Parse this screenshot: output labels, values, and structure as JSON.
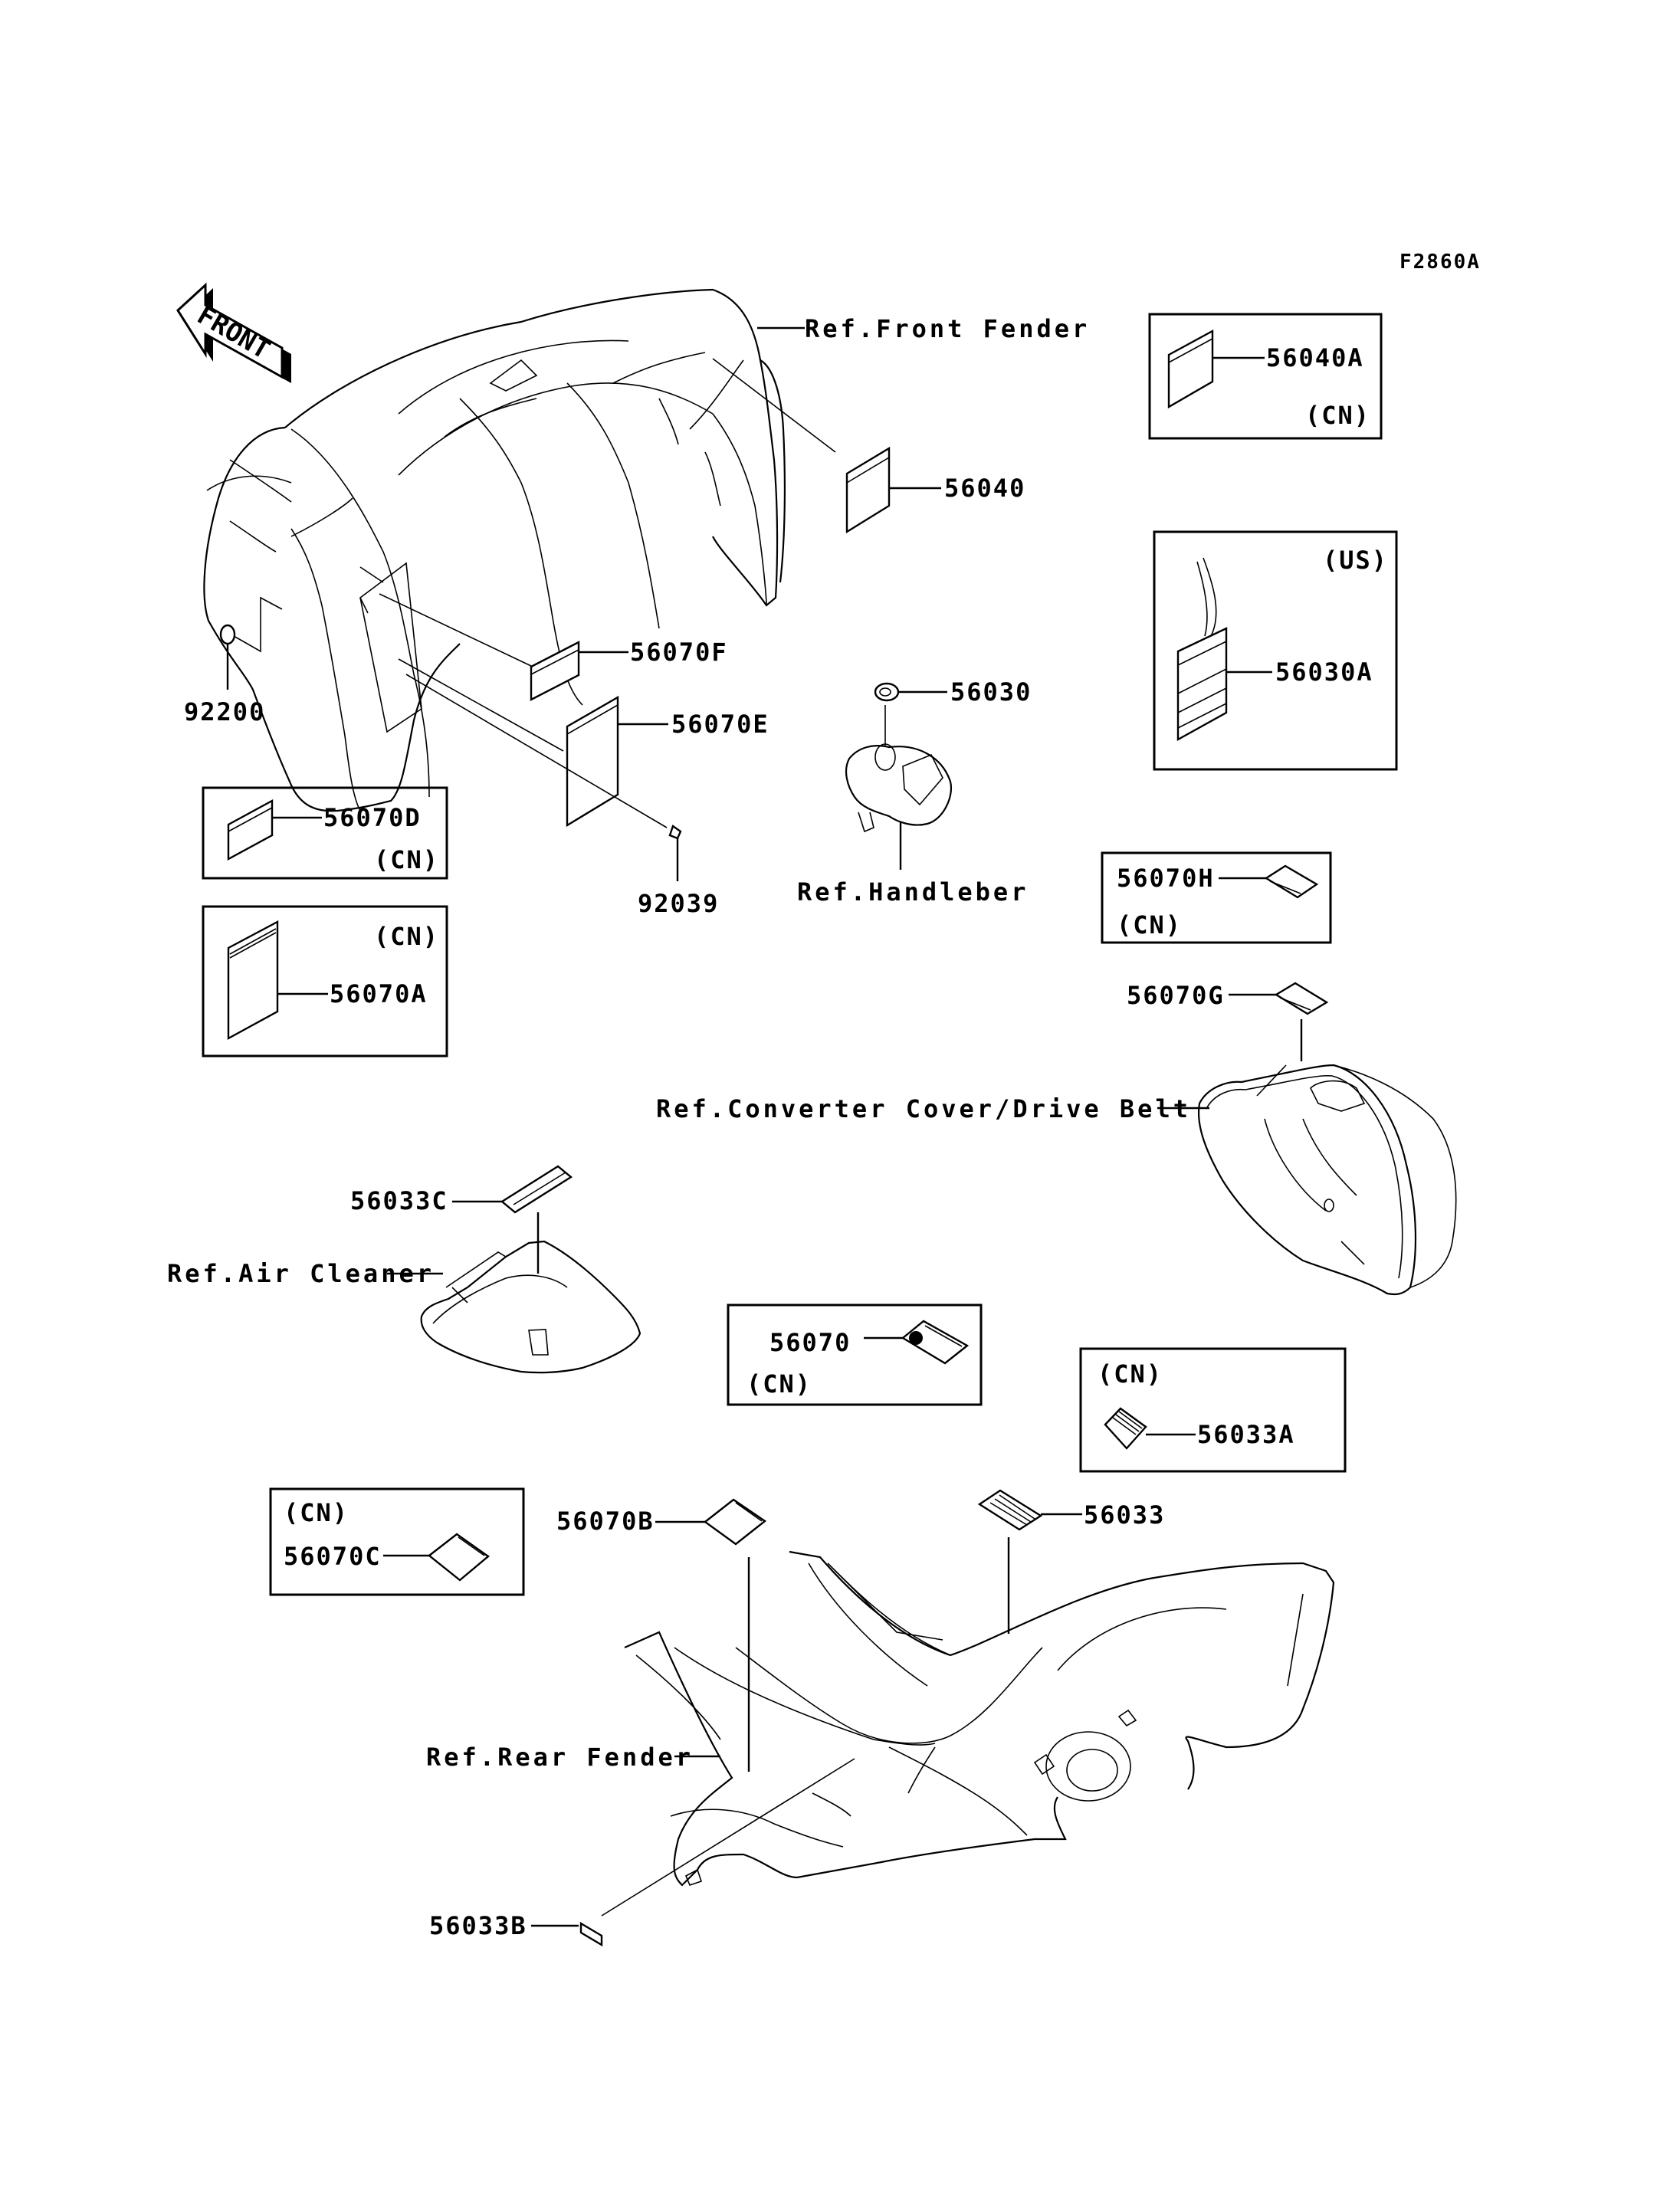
{
  "figure_id": "F2860A",
  "direction_indicator": {
    "label": "FRONT",
    "icon": "front-arrow-icon"
  },
  "references": {
    "front_fender": "Ref.Front Fender",
    "handlebar": "Ref.Handleber",
    "converter_cover": "Ref.Converter Cover/Drive Belt",
    "air_cleaner": "Ref.Air Cleaner",
    "rear_fender": "Ref.Rear Fender"
  },
  "parts": [
    {
      "number": "56040",
      "region": ""
    },
    {
      "number": "56070F",
      "region": ""
    },
    {
      "number": "56070E",
      "region": ""
    },
    {
      "number": "92200",
      "region": ""
    },
    {
      "number": "92039",
      "region": ""
    },
    {
      "number": "56030",
      "region": ""
    },
    {
      "number": "56070G",
      "region": ""
    },
    {
      "number": "56033C",
      "region": ""
    },
    {
      "number": "56070B",
      "region": ""
    },
    {
      "number": "56033",
      "region": ""
    },
    {
      "number": "56033B",
      "region": ""
    }
  ],
  "boxed_parts": [
    {
      "number": "56040A",
      "region": "(CN)"
    },
    {
      "number": "56030A",
      "region": "(US)"
    },
    {
      "number": "56070D",
      "region": "(CN)"
    },
    {
      "number": "56070A",
      "region": "(CN)"
    },
    {
      "number": "56070H",
      "region": "(CN)"
    },
    {
      "number": "56070",
      "region": "(CN)"
    },
    {
      "number": "56033A",
      "region": "(CN)"
    },
    {
      "number": "56070C",
      "region": "(CN)"
    }
  ]
}
